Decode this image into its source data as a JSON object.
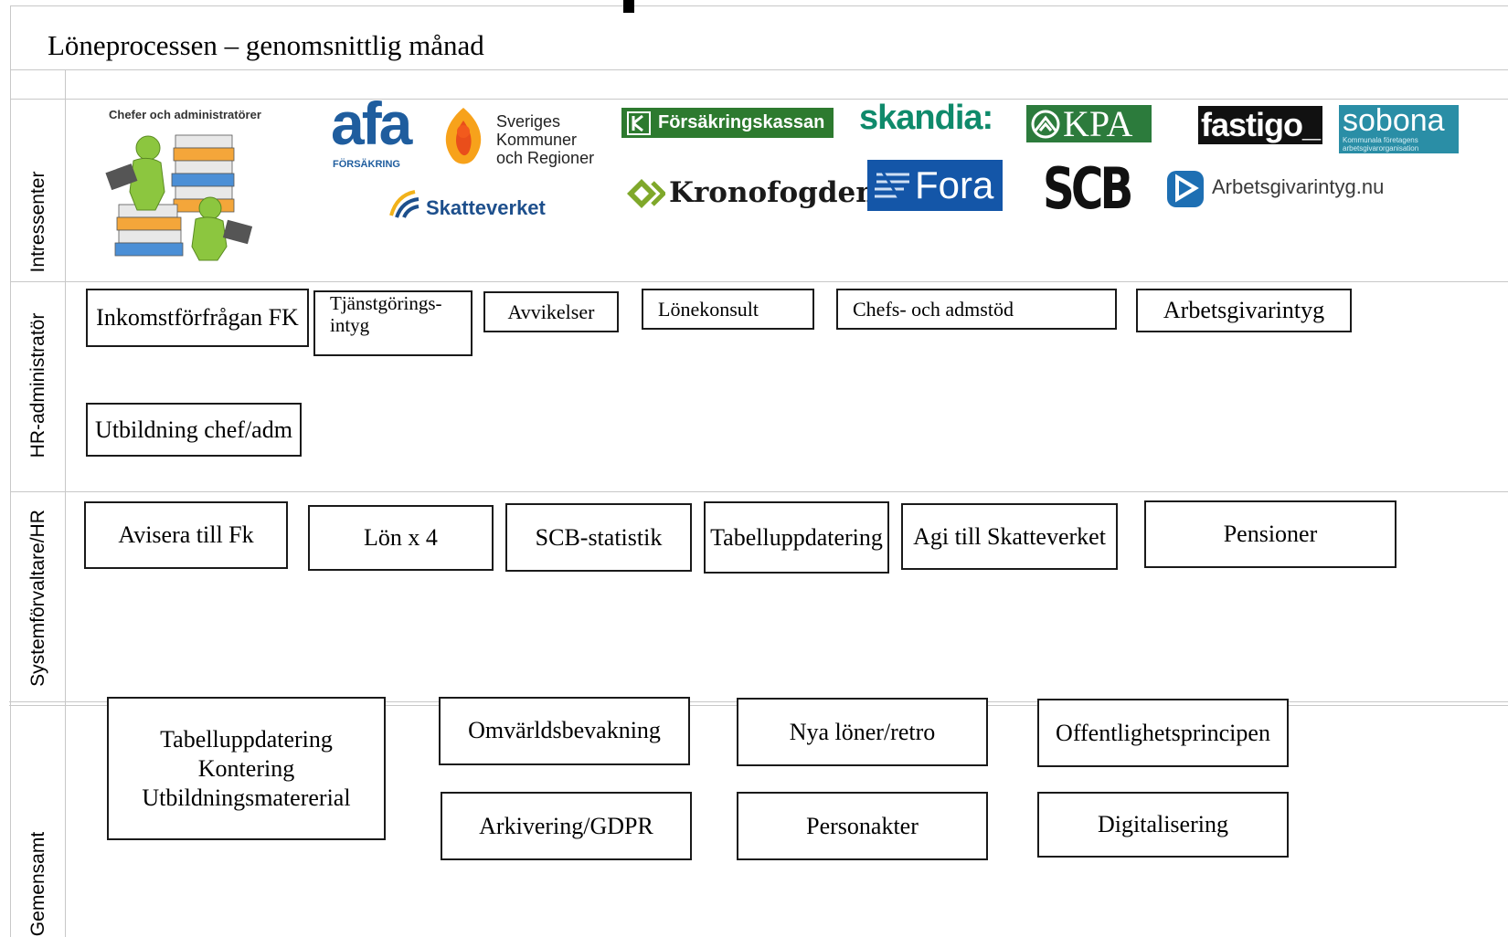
{
  "title": "Löneprocessen – genomsnittlig månad",
  "lanes": {
    "intressenter": "Intressenter",
    "hr_admin": "HR-administratör",
    "system": "Systemförvaltare/HR",
    "gemensamt": "Gemensamt"
  },
  "logos": {
    "chefer_caption": "Chefer och administratörer",
    "afa_main": "afa",
    "afa_sub": "FÖRSÄKRING",
    "skr_1": "Sveriges",
    "skr_2": "Kommuner",
    "skr_3": "och Regioner",
    "skatteverket": "Skatteverket",
    "forsakringskassan": "Försäkringskassan",
    "kronofogden": "Kronofogden",
    "skandia": "skandia",
    "fora": "Fora",
    "kpa": "KPA",
    "scb": "SCB",
    "fastigo": "fastigo",
    "sobona": "sobona",
    "sobona_sub": "Kommunala företagens arbetsgivarorganisation",
    "arbetsgivarintyg": "Arbetsgivarintyg.nu"
  },
  "hr_boxes": {
    "inkomst": "Inkomstförfrågan FK",
    "tjanst_1": "Tjänstgörings-",
    "tjanst_2": "intyg",
    "avvikelser": "Avvikelser",
    "lonekonsult": "Lönekonsult",
    "chefsstod": "Chefs- och admstöd",
    "arbetsgivarintyg": "Arbetsgivarintyg",
    "utbildning": "Utbildning chef/adm"
  },
  "system_boxes": {
    "avisera": "Avisera till Fk",
    "lon": "Lön x 4",
    "scb": "SCB-statistik",
    "tabell": "Tabelluppdatering",
    "agi": "Agi till Skatteverket",
    "pensioner": "Pensioner"
  },
  "gemensamt_boxes": {
    "multi_1": "Tabelluppdatering",
    "multi_2": "Kontering",
    "multi_3": "Utbildningsmatererial",
    "omvarld": "Omvärldsbevakning",
    "nya_loner": "Nya löner/retro",
    "offentlighet": "Offentlighetsprincipen",
    "arkivering": "Arkivering/GDPR",
    "personakter": "Personakter",
    "digitalisering": "Digitalisering"
  },
  "colors": {
    "afa_blue": "#1f5d9e",
    "skatteverket_blue": "#1d4f8c",
    "fk_green": "#2d7a2f",
    "skandia_green": "#0f8a6b",
    "fora_blue": "#1456a8",
    "kpa_green": "#2c7b3c",
    "sobona_teal": "#2a8ea6",
    "arbetsgivarintyg_blue": "#1e6fb3",
    "kronofogden_green": "#7fa82a"
  }
}
